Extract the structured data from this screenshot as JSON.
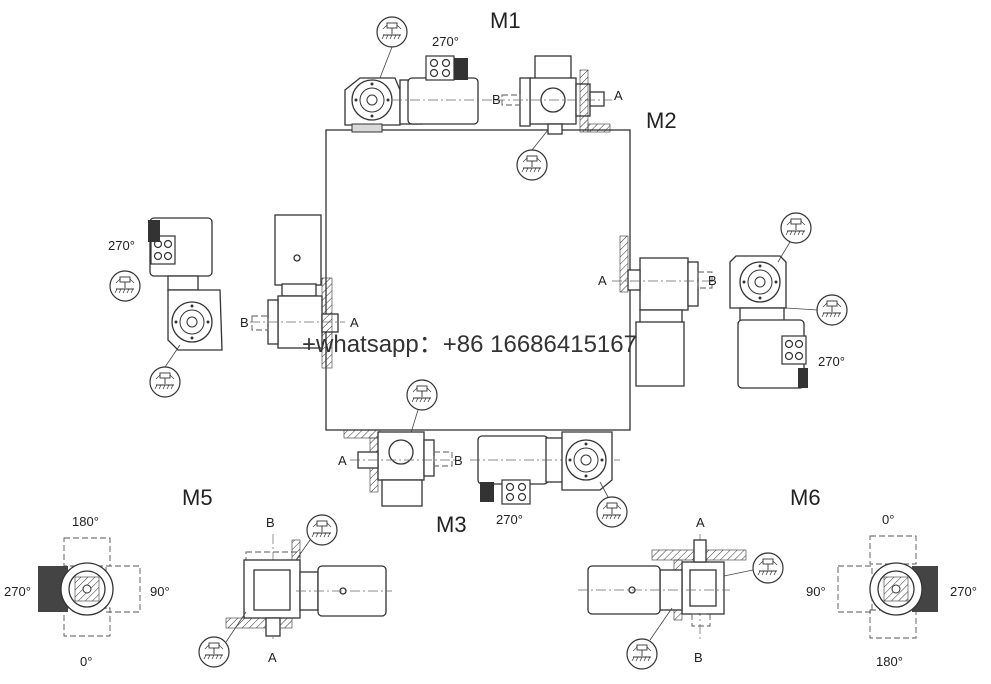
{
  "labels": {
    "m1": "M1",
    "m2": "M2",
    "m3": "M3",
    "m5": "M5",
    "m6": "M6"
  },
  "angles": {
    "a270": "270°",
    "a180": "180°",
    "a90": "90°",
    "a0": "0°"
  },
  "shafts": {
    "a": "A",
    "b": "B"
  },
  "watermark": "+whatsapp：+86 16686415167",
  "icons": [
    "gearbox-icon",
    "motor-icon",
    "vent-plug-icon",
    "terminal-box-icon"
  ]
}
